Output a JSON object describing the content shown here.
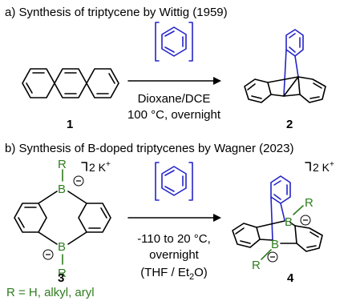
{
  "section_a": {
    "title": "a) Synthesis of triptycene by Wittig (1959)",
    "conditions_line1": "Dioxane/DCE",
    "conditions_line2": "100 °C, overnight",
    "compound_1": "1",
    "compound_2": "2"
  },
  "section_b": {
    "title": "b) Synthesis of B-doped triptycenes by Wagner (2023)",
    "charge_left": "2 K",
    "charge_right": "2 K",
    "charge_sup": "+",
    "conditions_line1": "-110 to 20 °C,",
    "conditions_line2": "overnight",
    "solvent_prefix": "(THF / Et",
    "solvent_sub": "2",
    "solvent_suffix": "O)",
    "compound_3": "3",
    "compound_4": "4",
    "r_definition": "R = H, alkyl, aryl",
    "atom_R": "R",
    "atom_B": "B",
    "minus": "−"
  },
  "colors": {
    "benzyne": "#2424c8",
    "boron": "#2f7d1f",
    "text": "#000000"
  }
}
